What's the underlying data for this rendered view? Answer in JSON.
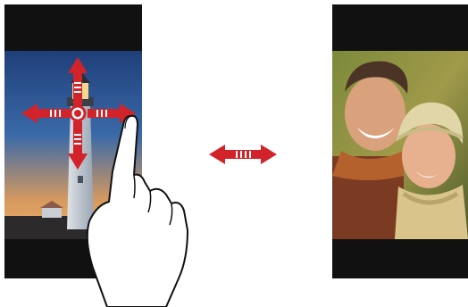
{
  "scene": {
    "left_phone": {
      "photo": "lighthouse-photo"
    },
    "right_phone": {
      "photo": "couple-selfie-photo"
    },
    "gesture": "swipe-left-right",
    "colors": {
      "arrow": "#d2232a",
      "phone_frame": "#111111",
      "sky_top": "#2a4b86",
      "sky_bottom": "#e6a15a"
    }
  }
}
